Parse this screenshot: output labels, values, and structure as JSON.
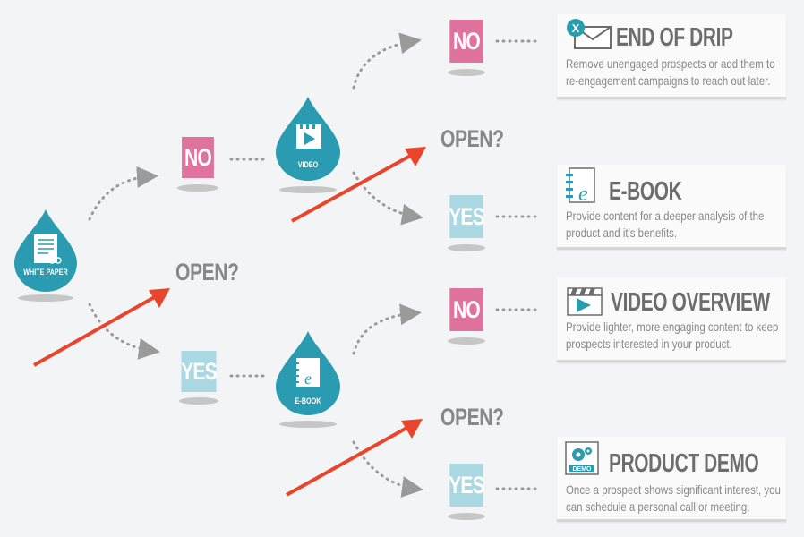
{
  "flow": {
    "start": {
      "label": "WHITE PAPER"
    },
    "open_main": "OPEN?",
    "upper_no": "NO",
    "lower_yes": "YES",
    "video_drop": {
      "label": "VIDEO"
    },
    "ebook_drop": {
      "label": "E-BOOK"
    },
    "open_upper": "OPEN?",
    "open_lower": "OPEN?",
    "right_no_1": "NO",
    "right_yes_1": "YES",
    "right_no_2": "NO",
    "right_yes_2": "YES"
  },
  "cards": [
    {
      "title": "END OF DRIP",
      "icon": "email-x-icon",
      "line1": "Remove unengaged prospects or add them to",
      "line2": "re-engagement campaigns to reach out later."
    },
    {
      "title": "E-BOOK",
      "icon": "ebook-icon",
      "line1": "Provide content for a deeper analysis of the",
      "line2": "product and it's benefits."
    },
    {
      "title": "VIDEO OVERVIEW",
      "icon": "video-clapper-icon",
      "line1": "Provide lighter, more engaging content to keep",
      "line2": "prospects interested in your product."
    },
    {
      "title": "PRODUCT DEMO",
      "icon": "demo-gears-icon",
      "line1": "Once a prospect shows significant interest, you",
      "line2": "can schedule a personal call or meeting."
    }
  ],
  "colors": {
    "teal": "#2a9bb0",
    "pink": "#e0729e",
    "light_blue": "#a9d8e3",
    "arrow_red": "#e8452b",
    "text_gray": "#6d6d6d"
  }
}
